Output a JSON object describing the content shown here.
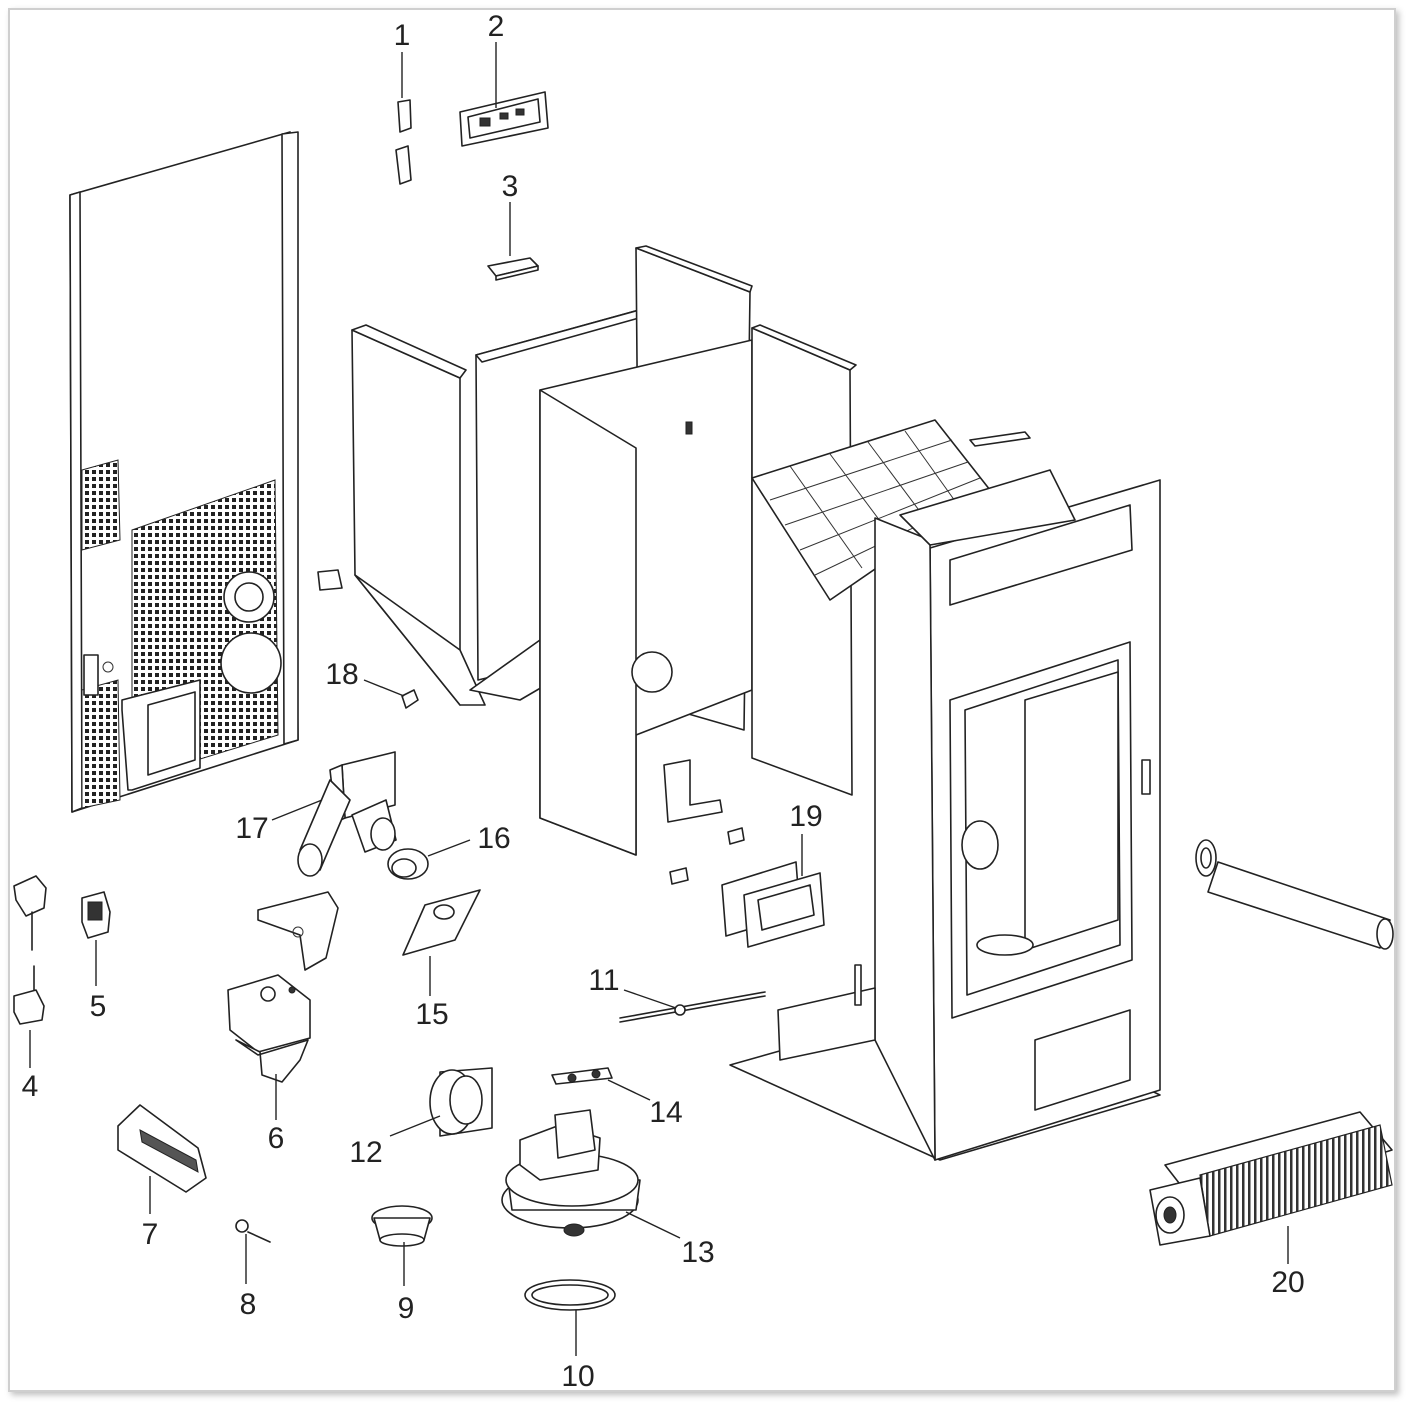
{
  "callouts": [
    {
      "id": "1",
      "label": "1"
    },
    {
      "id": "2",
      "label": "2"
    },
    {
      "id": "3",
      "label": "3"
    },
    {
      "id": "4",
      "label": "4"
    },
    {
      "id": "5",
      "label": "5"
    },
    {
      "id": "6",
      "label": "6"
    },
    {
      "id": "7",
      "label": "7"
    },
    {
      "id": "8",
      "label": "8"
    },
    {
      "id": "9",
      "label": "9"
    },
    {
      "id": "10",
      "label": "10"
    },
    {
      "id": "11",
      "label": "11"
    },
    {
      "id": "12",
      "label": "12"
    },
    {
      "id": "13",
      "label": "13"
    },
    {
      "id": "14",
      "label": "14"
    },
    {
      "id": "15",
      "label": "15"
    },
    {
      "id": "16",
      "label": "16"
    },
    {
      "id": "17",
      "label": "17"
    },
    {
      "id": "18",
      "label": "18"
    },
    {
      "id": "19",
      "label": "19"
    },
    {
      "id": "20",
      "label": "20"
    }
  ],
  "colors": {
    "line": "#222222",
    "background": "#ffffff",
    "frame": "#cfcfcf"
  }
}
